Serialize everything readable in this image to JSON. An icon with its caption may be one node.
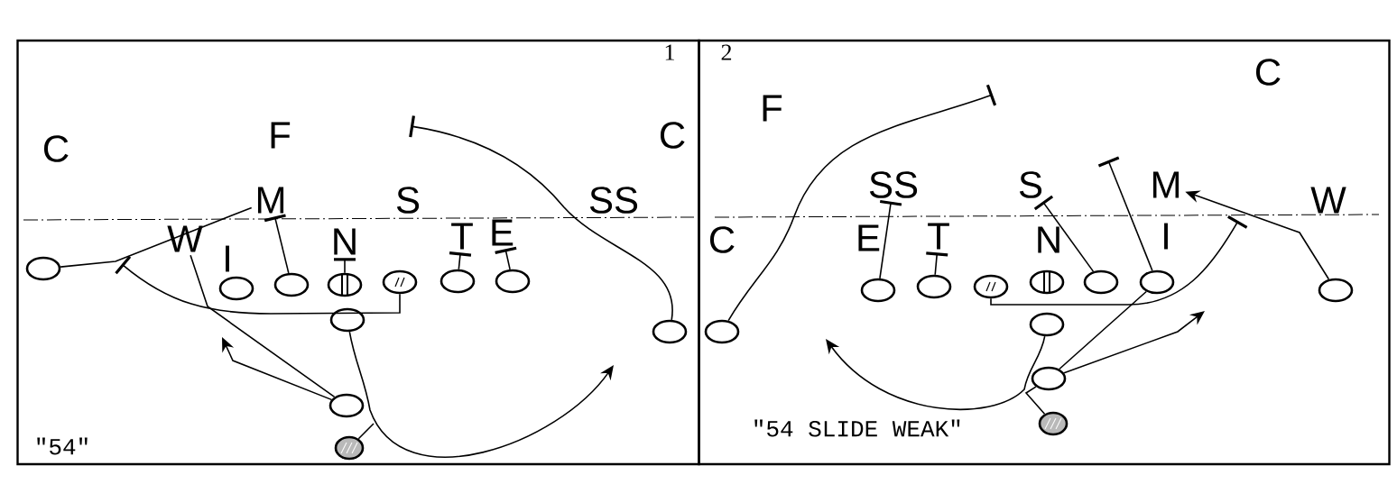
{
  "diagram": {
    "nodes": [
      {
        "text": [
          "1",
          "\"54\""
        ]
      },
      {
        "text": [
          "W"
        ],
        "in": 0
      },
      {
        "text": [
          "M"
        ],
        "in": 0
      },
      {
        "text": [
          "N"
        ],
        "in": 0
      },
      {
        "text": [
          "T"
        ],
        "in": 0
      },
      {
        "text": [
          "E"
        ],
        "in": 0
      },
      {
        "text": [],
        "shape": "circle",
        "in": 0
      },
      {
        "text": [],
        "shape": "circle",
        "in": 0
      },
      {
        "text": [],
        "shape": "circle",
        "in": 0
      },
      {
        "text": [],
        "shape": "circle",
        "in": 0
      },
      {
        "text": [],
        "shape": "circle",
        "in": 0
      },
      {
        "text": [],
        "shape": "circle",
        "in": 0
      },
      {
        "text": [],
        "shape": "circle",
        "in": 0
      },
      {
        "text": [],
        "shape": "circle",
        "in": 0
      },
      {
        "text": [],
        "shape": "circle",
        "in": 0
      },
      {
        "text": [],
        "shape": "circle",
        "in": 0
      },
      {
        "text": [],
        "shape": "circle",
        "in": 0
      },
      {
        "text": [
          "2",
          "\"54 SLIDE WEAK\""
        ]
      },
      {
        "text": [
          "SS"
        ],
        "in": 17
      },
      {
        "text": [
          "T"
        ],
        "in": 17
      },
      {
        "text": [
          "S"
        ],
        "in": 17
      },
      {
        "text": [
          "M"
        ],
        "in": 17
      },
      {
        "text": [],
        "shape": "circle",
        "in": 17
      },
      {
        "text": [],
        "shape": "circle",
        "in": 17
      },
      {
        "text": [],
        "shape": "circle",
        "in": 17
      },
      {
        "text": [],
        "shape": "circle",
        "in": 17
      },
      {
        "text": [],
        "shape": "circle",
        "in": 17
      },
      {
        "text": [],
        "shape": "circle",
        "in": 17
      },
      {
        "text": [],
        "shape": "circle",
        "in": 17
      },
      {
        "text": [],
        "shape": "circle",
        "in": 17
      },
      {
        "text": [],
        "shape": "circle",
        "in": 17
      },
      {
        "text": [],
        "shape": "circle",
        "in": 17
      },
      {
        "text": [],
        "shape": "circle",
        "in": 17
      }
    ],
    "edges": [
      {
        "from": 6,
        "to": 2,
        "arrow": "none"
      },
      {
        "from": 10,
        "to": null,
        "arrow": "other"
      },
      {
        "from": 14,
        "to": 1,
        "arrow": "none"
      },
      {
        "from": 14,
        "to": null,
        "arrow": "to"
      },
      {
        "from": 13,
        "to": null,
        "arrow": "to"
      },
      {
        "from": 15,
        "to": null,
        "arrow": "none"
      },
      {
        "from": 8,
        "to": 2,
        "arrow": "other"
      },
      {
        "from": 9,
        "to": 3,
        "arrow": "other"
      },
      {
        "from": 11,
        "to": 4,
        "arrow": "other"
      },
      {
        "from": 12,
        "to": 5,
        "arrow": "other"
      },
      {
        "from": 16,
        "to": null,
        "arrow": "other"
      },
      {
        "from": 22,
        "to": null,
        "arrow": "other"
      },
      {
        "from": 23,
        "to": 18,
        "arrow": "other"
      },
      {
        "from": 24,
        "to": 19,
        "arrow": "other"
      },
      {
        "from": 27,
        "to": 20,
        "arrow": "other"
      },
      {
        "from": 28,
        "to": null,
        "arrow": "other"
      },
      {
        "from": 32,
        "to": 21,
        "arrow": "to"
      },
      {
        "from": 25,
        "to": null,
        "arrow": "other"
      },
      {
        "from": 30,
        "to": 28,
        "arrow": "none"
      },
      {
        "from": 30,
        "to": null,
        "arrow": "to"
      },
      {
        "from": 29,
        "to": null,
        "arrow": "to"
      },
      {
        "from": 31,
        "to": 30,
        "arrow": "none"
      }
    ],
    "labels": [
      "C",
      "F",
      "C",
      "S",
      "SS",
      "I",
      "F",
      "C",
      "C",
      "E",
      "N",
      "I",
      "W"
    ]
  }
}
